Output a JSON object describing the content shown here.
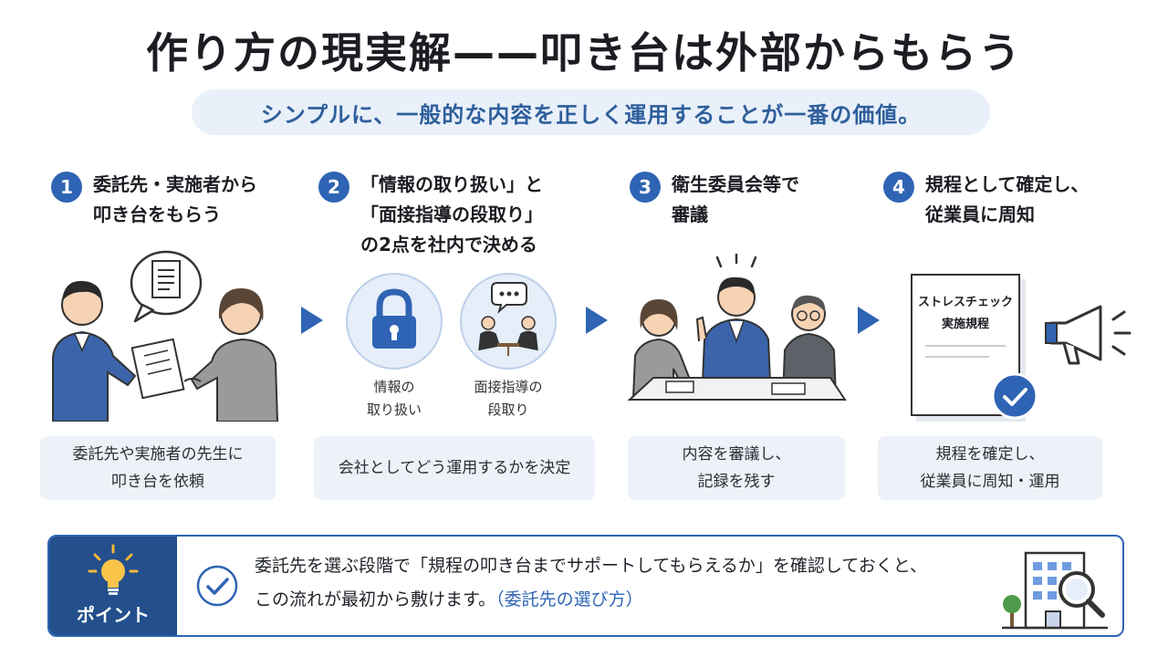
{
  "title": "作り方の現実解——叩き台は外部からもらう",
  "subtitle": "シンプルに、一般的な内容を正しく運用することが一番の価値。",
  "steps": [
    {
      "number": "1",
      "title": "委託先・実施者から\n叩き台をもらう",
      "box": "委託先や実施者の先生に\n叩き台を依頼"
    },
    {
      "number": "2",
      "title": "「情報の取り扱い」と\n「面接指導の段取り」\nの2点を社内で決める",
      "box": "会社としてどう運用するかを決定"
    },
    {
      "number": "3",
      "title": "衛生委員会等で\n審議",
      "box": "内容を審議し、\n記録を残す"
    },
    {
      "number": "4",
      "title": "規程として確定し、\n従業員に周知",
      "box": "規程を確定し、\n従業員に周知・運用"
    }
  ],
  "step2_icons": {
    "lock_label": "情報の\n取り扱い",
    "meeting_label": "面接指導の\n段取り"
  },
  "document_title": "ストレスチェック\n実施規程",
  "point": {
    "badge": "ポイント",
    "line1": "委託先を選ぶ段階で「規程の叩き台までサポートしてもらえるか」を確認しておくと、",
    "line2": "この流れが最初から敷けます。",
    "link": "（委託先の選び方）"
  },
  "colors": {
    "accent": "#2f64b4",
    "dark_blue": "#234f8c",
    "pill_bg": "#e9f0f9",
    "box_bg": "#edf2f8"
  },
  "icons": [
    "document-icon",
    "lock-icon",
    "chat-bubble-icon",
    "megaphone-icon",
    "check-icon",
    "lightbulb-icon",
    "building-icon",
    "magnifier-icon",
    "tree-icon"
  ]
}
